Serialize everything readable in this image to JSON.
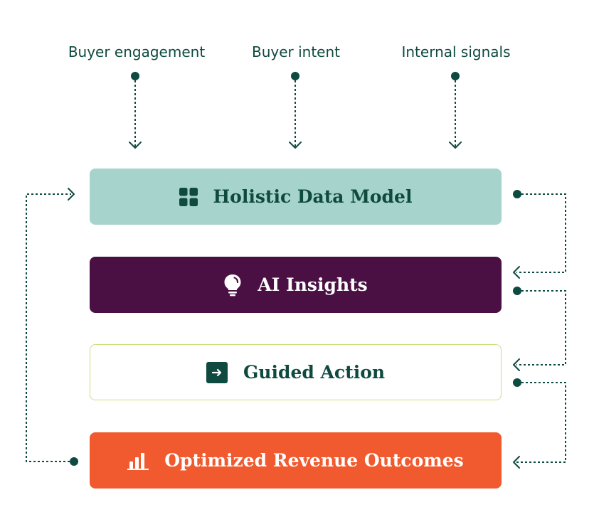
{
  "inputs": [
    {
      "label": "Buyer engagement"
    },
    {
      "label": "Buyer intent"
    },
    {
      "label": "Internal signals"
    }
  ],
  "stages": [
    {
      "label": "Holistic Data Model",
      "icon": "grid-icon"
    },
    {
      "label": "AI Insights",
      "icon": "lightbulb-icon"
    },
    {
      "label": "Guided Action",
      "icon": "arrow-right-square-icon"
    },
    {
      "label": "Optimized Revenue Outcomes",
      "icon": "bar-chart-icon"
    }
  ],
  "colors": {
    "dark_green": "#0d4a3f",
    "mint": "#a6d3cb",
    "plum": "#4a1043",
    "lime_border": "#c9e07c",
    "orange": "#f05a2e"
  }
}
